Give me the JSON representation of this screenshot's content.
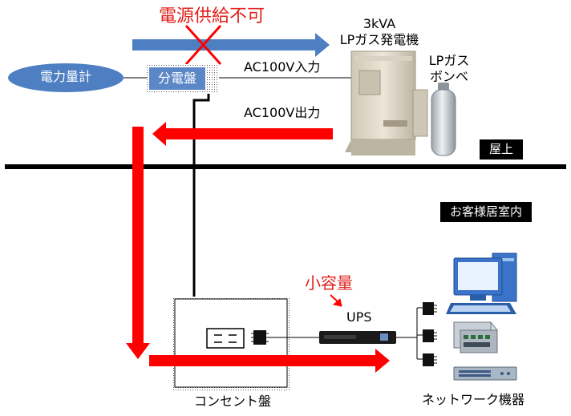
{
  "labels": {
    "power_unavailable": "電源供給不可",
    "generator": "3kVA\nLPガス発電機",
    "gas_cylinder": "LPガス\nボンベ",
    "meter": "電力量計",
    "distribution_board": "分電盤",
    "ac_input": "AC100V入力",
    "ac_output": "AC100V出力",
    "rooftop": "屋上",
    "indoor": "お客様居室内",
    "small_capacity": "小容量",
    "ups": "UPS",
    "outlet_board": "コンセント盤",
    "network_equipment": "ネットワーク機器"
  },
  "colors": {
    "blue_arrow": "#4F7FC3",
    "meter_fill": "#4F7FC3",
    "panel_fill": "#5B87C7",
    "red_arrow": "#FF0000",
    "red_text": "#E0201A"
  }
}
